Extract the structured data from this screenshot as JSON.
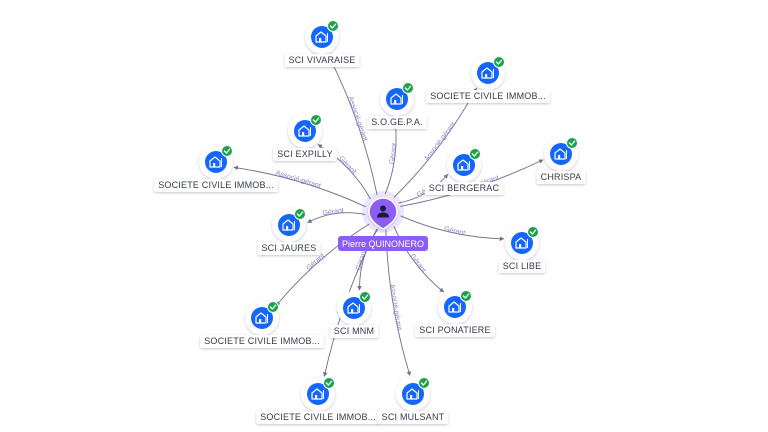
{
  "center": {
    "name": "Pierre QUINONERO",
    "icon": "person-icon",
    "color": "#8b5cf6"
  },
  "colors": {
    "node": "#1565ff",
    "badge": "#1aa34a",
    "edge": "#6b6f8a",
    "edge_label": "#8a7fd1"
  },
  "nodes": [
    {
      "id": "sci-vivaraise",
      "label": "SCI VIVARAISE",
      "relation": "Associé-gérant",
      "icon": "building-icon"
    },
    {
      "id": "sogepa",
      "label": "S.O.GE.P.A.",
      "relation": "Gérant",
      "icon": "building-icon"
    },
    {
      "id": "societe-civile-immob-1",
      "label": "SOCIETE CIVILE IMMOB...",
      "relation": "Associé-gérant",
      "icon": "building-icon"
    },
    {
      "id": "sci-expilly",
      "label": "SCI EXPILLY",
      "relation": "Gérant",
      "icon": "building-icon"
    },
    {
      "id": "chrispa",
      "label": "CHRISPA",
      "relation": "Associé-gérant",
      "icon": "building-icon"
    },
    {
      "id": "sci-bergerac",
      "label": "SCI BERGERAC",
      "relation": "Gérant",
      "icon": "building-icon"
    },
    {
      "id": "societe-civile-immob-2",
      "label": "SOCIETE CIVILE IMMOB...",
      "relation": "Associé-gérant",
      "icon": "building-icon"
    },
    {
      "id": "sci-jaures",
      "label": "SCI JAURES",
      "relation": "Gérant",
      "icon": "building-icon"
    },
    {
      "id": "sci-libe",
      "label": "SCI LIBE",
      "relation": "Gérant",
      "icon": "building-icon"
    },
    {
      "id": "societe-civile-immob-3",
      "label": "SOCIETE CIVILE IMMOB...",
      "relation": "Gérant",
      "icon": "building-icon"
    },
    {
      "id": "sci-mnm",
      "label": "SCI MNM",
      "relation": "Gérant",
      "icon": "building-icon"
    },
    {
      "id": "sci-ponatiere",
      "label": "SCI PONATIERE",
      "relation": "Gérant",
      "icon": "building-icon"
    },
    {
      "id": "societe-civile-immob-4",
      "label": "SOCIETE CIVILE IMMOB...",
      "relation": "Gérant",
      "icon": "building-icon"
    },
    {
      "id": "sci-mulsant",
      "label": "SCI MULSANT",
      "relation": "Associé-gérant",
      "icon": "building-icon"
    }
  ]
}
